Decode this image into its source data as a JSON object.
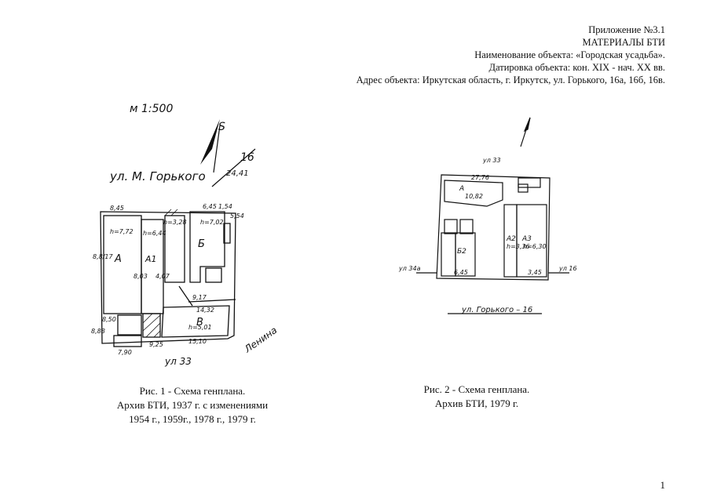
{
  "header": {
    "appendix": "Приложение №3.1",
    "materials": "МАТЕРИАЛЫ БТИ",
    "object_name": "Наименование объекта: «Городская усадьба».",
    "dating": "Датировка объекта: кон. XIX - нач. XX вв.",
    "address": "Адрес объекта: Иркутская область, г. Иркутск, ул. Горького, 16а, 16б, 16в."
  },
  "figure1": {
    "scale": "м 1:500",
    "north": "S",
    "street": "ул. М. Горького",
    "plot_number": "16",
    "plot_side": "24,41",
    "buildings": {
      "a": "А",
      "a1": "А1",
      "b": "Б",
      "v": "В"
    },
    "dims": {
      "top_left": "8,45",
      "top_mid": "6,45",
      "top_right": "1,54",
      "right_top": "5,54",
      "h1": "h=7,72",
      "h2": "h=6,44",
      "h3": "h=3,28",
      "h4": "h=7,02",
      "h5": "h=5,01",
      "left_side": "8,8/17",
      "w1": "8,03",
      "w2": "4,07",
      "mid": "9,17",
      "lower_mid": "14,32",
      "bottom1": "15,10",
      "bottom2": "9,25",
      "bottom3": "7,90",
      "left_low": "8,50",
      "left_bottom": "8,88"
    },
    "neighbor_bottom": "ул 33",
    "neighbor_right": "Ленина"
  },
  "caption1": {
    "line1": "Рис. 1 - Схема генплана.",
    "line2": "Архив БТИ, 1937 г. с изменениями",
    "line3": "1954 г., 1959г., 1978 г., 1979 г."
  },
  "figure2": {
    "top_label": "ул 33",
    "left_label": "ул 34а",
    "right_label": "ул 16",
    "street": "ул. Горького – 16",
    "buildings": {
      "a": "А",
      "b2": "Б2",
      "a2": "А2",
      "a3": "А3"
    },
    "dims": {
      "top": "27,76",
      "mid_top": "10,82",
      "left_w": "6,45",
      "right_w": "3,45",
      "h_a": "h=3,36",
      "h_b": "h=6,30"
    }
  },
  "caption2": {
    "line1": "Рис. 2 - Схема генплана.",
    "line2": "Архив БТИ, 1979 г."
  },
  "page_number": "1"
}
